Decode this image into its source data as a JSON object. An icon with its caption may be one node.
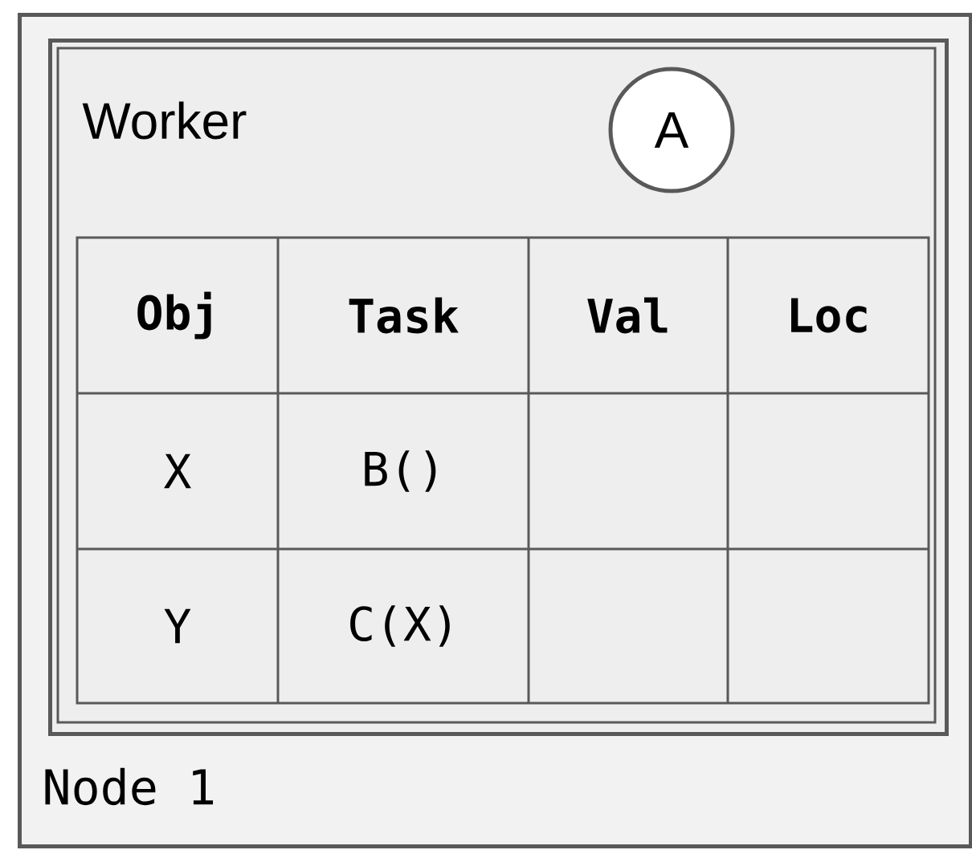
{
  "diagram": {
    "nodes": [
      {
        "text": [
          "Node 1"
        ]
      },
      {
        "text": [
          "Worker"
        ],
        "in": 0
      },
      {
        "text": [
          "A"
        ],
        "in": 1
      }
    ],
    "labels": [
      "Obj",
      "Task",
      "Val",
      "Loc",
      "X",
      "B()",
      "Y",
      "C(X)"
    ]
  }
}
